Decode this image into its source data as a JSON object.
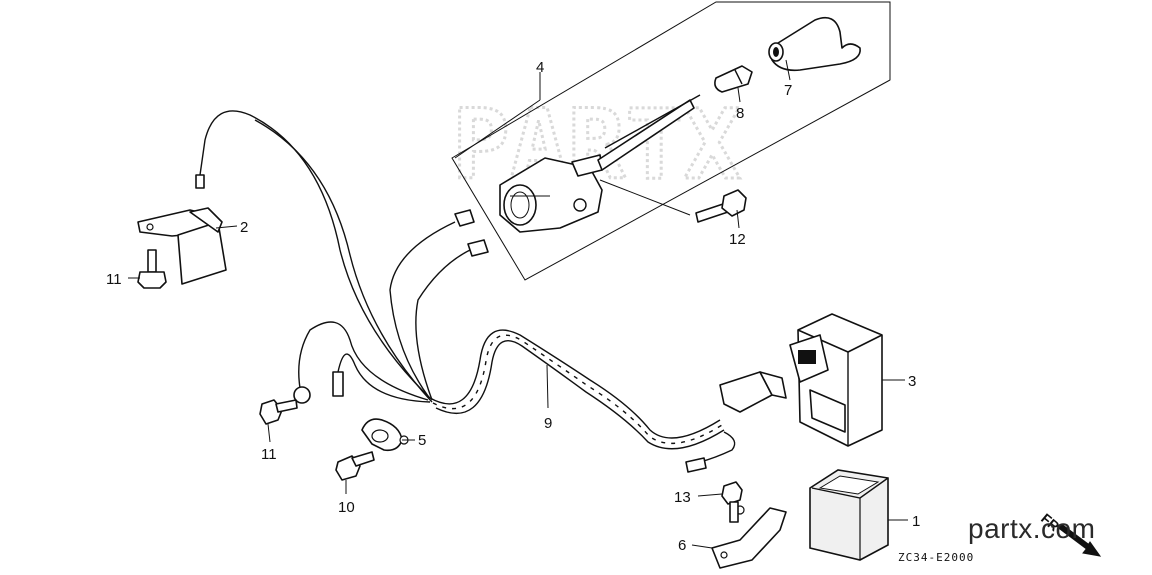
{
  "diagram": {
    "watermark": "PARTX",
    "drawing_code": "ZC34-E2000",
    "direction_label": "FR",
    "brand": "partx.com",
    "callouts": [
      {
        "id": "c1",
        "text": "1"
      },
      {
        "id": "c2",
        "text": "2"
      },
      {
        "id": "c3",
        "text": "3"
      },
      {
        "id": "c4",
        "text": "4"
      },
      {
        "id": "c5",
        "text": "5"
      },
      {
        "id": "c6",
        "text": "6"
      },
      {
        "id": "c7",
        "text": "7"
      },
      {
        "id": "c8",
        "text": "8"
      },
      {
        "id": "c9",
        "text": "9"
      },
      {
        "id": "c10",
        "text": "10"
      },
      {
        "id": "c11a",
        "text": "11"
      },
      {
        "id": "c11b",
        "text": "11"
      },
      {
        "id": "c12",
        "text": "12"
      },
      {
        "id": "c13",
        "text": "13"
      }
    ]
  }
}
